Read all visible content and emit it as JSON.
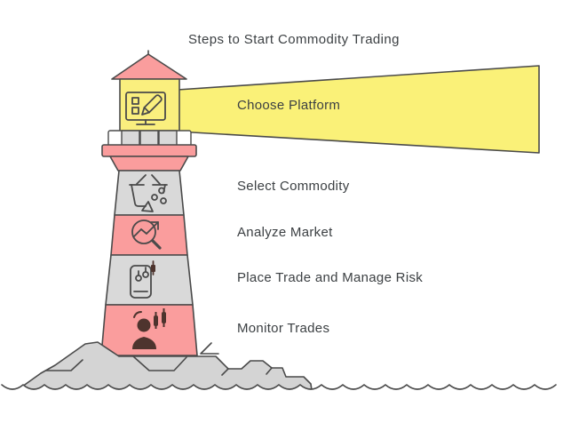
{
  "title": "Steps to Start Commodity Trading",
  "steps": [
    {
      "label": "Choose Platform",
      "icon": "monitor-edit-icon"
    },
    {
      "label": "Select Commodity",
      "icon": "commodity-basket-icon"
    },
    {
      "label": "Analyze Market",
      "icon": "magnifier-trend-icon"
    },
    {
      "label": "Place Trade and Manage Risk",
      "icon": "phone-candlestick-icon"
    },
    {
      "label": "Monitor Trades",
      "icon": "person-candlestick-icon"
    }
  ],
  "colors": {
    "beam_yellow": "#FAF178",
    "lantern_yellow": "#FAEF7E",
    "band_red": "#FA9D9D",
    "band_gray": "#D9D9D9",
    "rock_gray": "#D4D4D4",
    "outline": "#4A4A4A",
    "icon_dark": "#4E342E",
    "text": "#3C4043",
    "background": "#FFFFFF"
  }
}
